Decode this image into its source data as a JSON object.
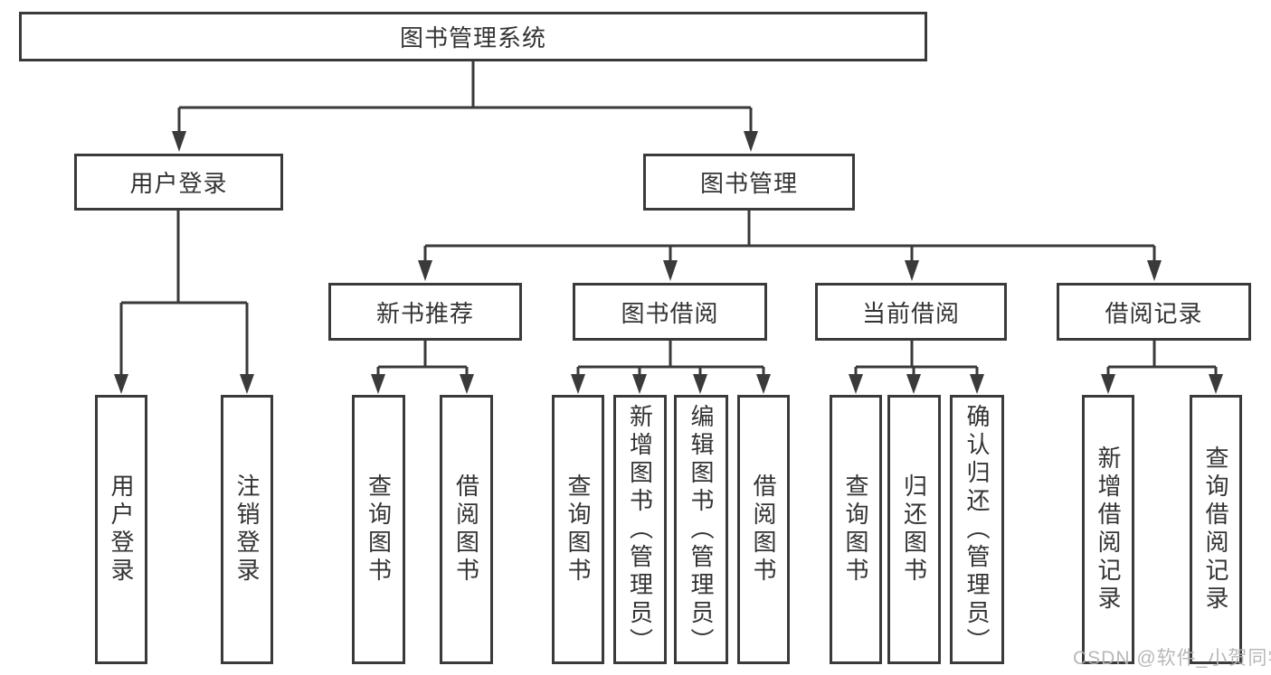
{
  "diagram": {
    "type": "hierarchy-tree",
    "colors": {
      "line": "#3a3a3a",
      "box_border": "#3a3a3a",
      "box_fill": "#ffffff",
      "text": "#333333",
      "watermark_text": "#b2b2b2",
      "background": "#ffffff"
    }
  },
  "nodes": {
    "root": "图书管理系统",
    "level2": [
      "用户登录",
      "图书管理"
    ],
    "user_login_children": [
      "用户登录",
      "注销登录"
    ],
    "level3": [
      "新书推荐",
      "图书借阅",
      "当前借阅",
      "借阅记录"
    ],
    "new_books_children": [
      "查询图书",
      "借阅图书"
    ],
    "book_borrowing_children": [
      "查询图书",
      "新增图书（管理员）",
      "编辑图书（管理员）",
      "借阅图书"
    ],
    "current_borrowing_children": [
      "查询图书",
      "归还图书",
      "确认归还（管理员）"
    ],
    "borrowing_records_children": [
      "新增借阅记录",
      "查询借阅记录"
    ]
  },
  "watermark": "CSDN @软件_小贺同学"
}
